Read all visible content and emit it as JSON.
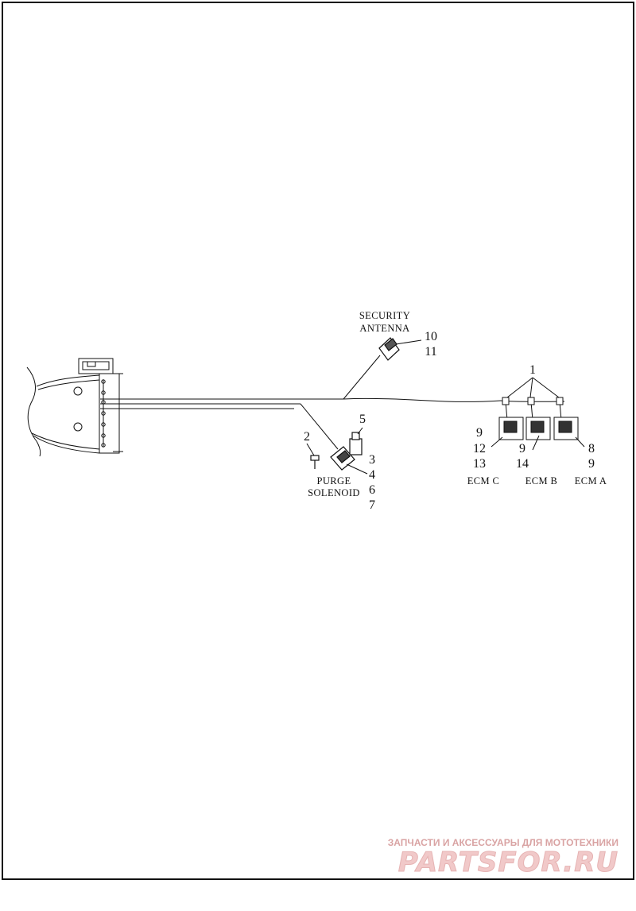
{
  "labels": {
    "security_antenna": [
      "SECURITY",
      "ANTENNA"
    ],
    "purge_solenoid": [
      "PURGE",
      "SOLENOID"
    ],
    "ecm_c": "ECM C",
    "ecm_b": "ECM B",
    "ecm_a": "ECM A"
  },
  "callouts": {
    "c1": "1",
    "c2": "2",
    "c3": "3",
    "c4": "4",
    "c5": "5",
    "c6": "6",
    "c7": "7",
    "c8": "8",
    "c9_left": "9",
    "c9_mid": "9",
    "c9_right": "9",
    "c10": "10",
    "c11": "11",
    "c12": "12",
    "c13": "13",
    "c14": "14"
  },
  "watermark": {
    "tagline": "ЗАПЧАСТИ И АКСЕССУАРЫ ДЛЯ МОТОТЕХНИКИ",
    "site": "PARTSFOR.RU"
  },
  "colors": {
    "line": "#111111",
    "watermark": "#e6b3b3"
  }
}
